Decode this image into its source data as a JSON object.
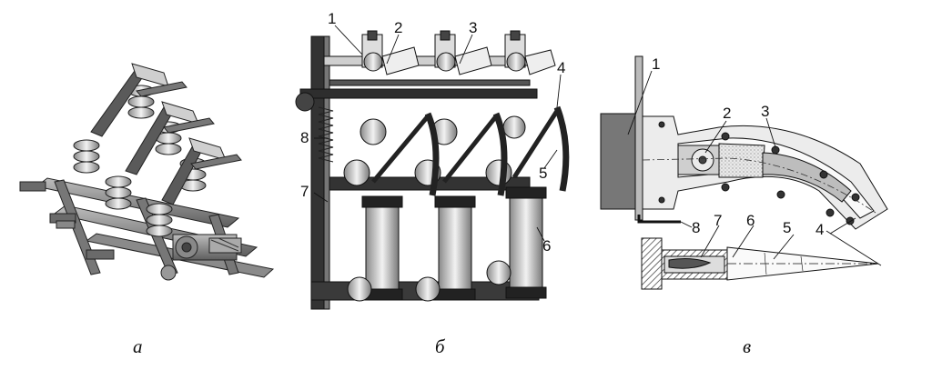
{
  "figure": {
    "captions": [
      "а",
      "б",
      "в"
    ],
    "panel_b_labels": [
      "1",
      "2",
      "3",
      "4",
      "5",
      "6",
      "7",
      "8"
    ],
    "panel_c_labels": [
      "1",
      "2",
      "3",
      "4",
      "5",
      "6",
      "7",
      "8"
    ]
  }
}
